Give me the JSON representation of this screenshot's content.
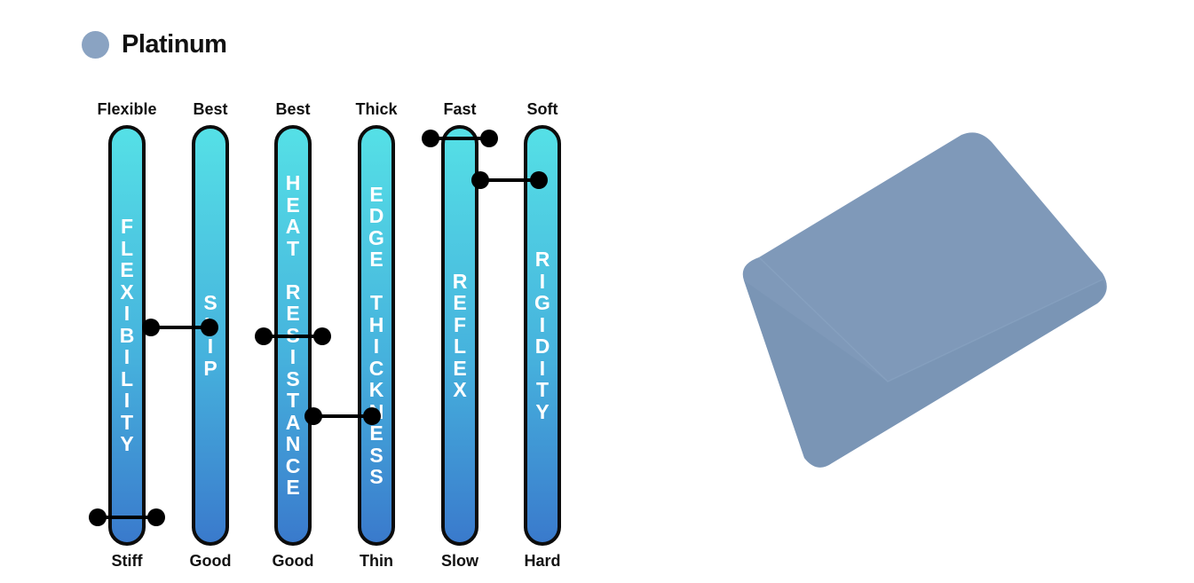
{
  "header": {
    "title": "Platinum",
    "dot_color": "#8aa3c2"
  },
  "bars": [
    {
      "top_label": "Flexible",
      "bottom_label": "Stiff",
      "word": "FLEXIBILITY",
      "level": 0.06
    },
    {
      "top_label": "Best",
      "bottom_label": "Good",
      "word": "SLIP",
      "level": 0.51
    },
    {
      "top_label": "Best",
      "bottom_label": "Good",
      "word": "HEAT RESISTANCE",
      "level": 0.49
    },
    {
      "top_label": "Thick",
      "bottom_label": "Thin",
      "word": "EDGE THICKNESS",
      "level": 0.3
    },
    {
      "top_label": "Fast",
      "bottom_label": "Slow",
      "word": "REFLEX",
      "level": 0.96
    },
    {
      "top_label": "Soft",
      "bottom_label": "Hard",
      "word": "RIGIDITY",
      "level": 0.86
    }
  ],
  "product": {
    "icon": "squeegee-card-image",
    "color": "#7f99b9"
  }
}
